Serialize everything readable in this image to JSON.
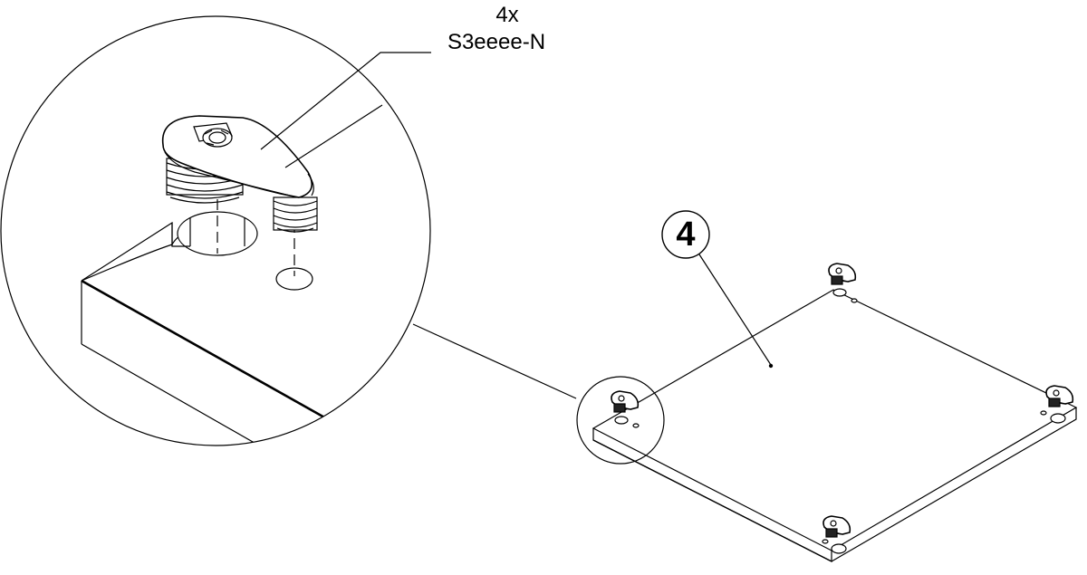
{
  "callout": {
    "quantity": "4x",
    "part_code": "S3eeee-N"
  },
  "step": {
    "number": "4"
  }
}
